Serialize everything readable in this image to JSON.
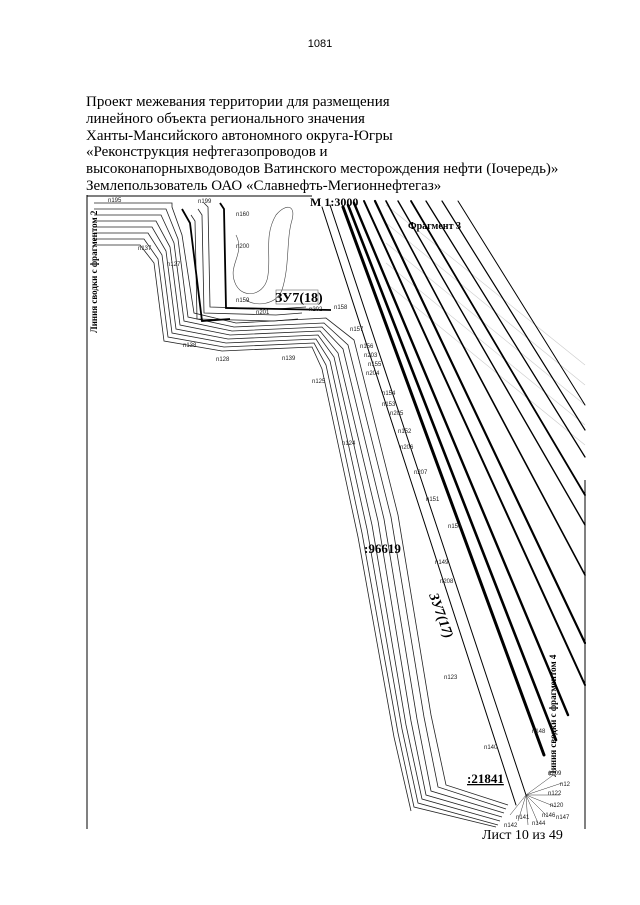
{
  "page_number": "1081",
  "header": {
    "lines": [
      "Проект межевания территории для размещения",
      "линейного объекта регионального значения",
      "Ханты-Мансийского автономного округа-Югры",
      "«Реконструкция нефтегазопроводов и",
      "высоконапорныхводоводов Ватинского месторождения нефти (Iочередь)»",
      "Землепользователь ОАО «Славнефть-Мегионнефтегаз»"
    ]
  },
  "map": {
    "scale": "М 1:3000",
    "fragment": "Фрагмент 3",
    "left_link": "Линия сводки с фрагментом 2",
    "right_link": "Линия сводки с фрагментом 4",
    "parcel_main": "ЗУ7(18)",
    "parcel_diag": "ЗУ7(17)",
    "cadastral_1": ":96619",
    "cadastral_2": ":21841",
    "points": {
      "n195": "n195",
      "n199": "n199",
      "n160": "n160",
      "n137": "n137",
      "n127": "n127",
      "n200": "n200",
      "n159": "n159",
      "n201": "n201",
      "n202": "n202",
      "n158": "n158",
      "n157": "n157",
      "n138": "n138",
      "n128": "n128",
      "n139": "n139",
      "n156": "n156",
      "n203": "n203",
      "n155": "n155",
      "n204": "n204",
      "n125": "n125",
      "n154": "n154",
      "n153": "n153",
      "n205": "n205",
      "n152": "n152",
      "n206": "n206",
      "n124": "n124",
      "n207": "n207",
      "n151": "n151",
      "n150": "n150",
      "n149": "n149",
      "n208": "n208",
      "n123": "n123",
      "n148": "n148",
      "n140": "n140",
      "n209": "n209",
      "n12": "n12",
      "n122": "n122",
      "n120": "n120",
      "n141": "n141",
      "n146": "n146",
      "n144": "n144",
      "n142": "n142",
      "n147": "n147"
    }
  },
  "footer": "Лист 10 из 49"
}
